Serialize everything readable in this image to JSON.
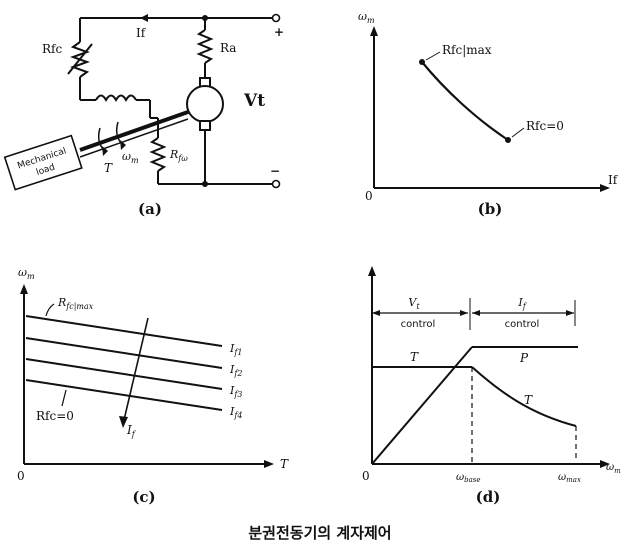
{
  "diagram_a": {
    "caption": "(a)",
    "rfc": "Rfc",
    "if_label": "If",
    "ra": "Ra",
    "vt": "Vt",
    "plus": "+",
    "minus": "−",
    "load_line1": "Mechanical",
    "load_line2": "load",
    "torque": "T",
    "omega": "ω",
    "omega_sub": "m",
    "rfw": "R",
    "rfw_sub": "fω"
  },
  "chart_b": {
    "caption": "(b)",
    "ylabel_main": "ω",
    "ylabel_sub": "m",
    "xlabel": "If",
    "origin": "0",
    "point_high": "Rfc|max",
    "point_low": "Rfc=0"
  },
  "chart_c": {
    "caption": "(c)",
    "ylabel_main": "ω",
    "ylabel_sub": "m",
    "xlabel": "T",
    "origin": "0",
    "top_label_main": "R",
    "top_label_sub": "fc|max",
    "bottom_label": "Rfc=0",
    "arrow_label_main": "I",
    "arrow_label_sub": "f",
    "curves": [
      {
        "main": "I",
        "sub": "f1"
      },
      {
        "main": "I",
        "sub": "f2"
      },
      {
        "main": "I",
        "sub": "f3"
      },
      {
        "main": "I",
        "sub": "f4"
      }
    ]
  },
  "chart_d": {
    "caption": "(d)",
    "xlabel_main": "ω",
    "xlabel_sub": "m",
    "origin": "0",
    "region1_line1_main": "V",
    "region1_line1_sub": "t",
    "region1_line2": "control",
    "region2_line1_main": "I",
    "region2_line1_sub": "f",
    "region2_line2": "control",
    "torque": "T",
    "power": "P",
    "torque2": "T",
    "tick_base_main": "ω",
    "tick_base_sub": "base",
    "tick_max_main": "ω",
    "tick_max_sub": "max"
  },
  "footer_caption": "분권전동기의 계자제어"
}
